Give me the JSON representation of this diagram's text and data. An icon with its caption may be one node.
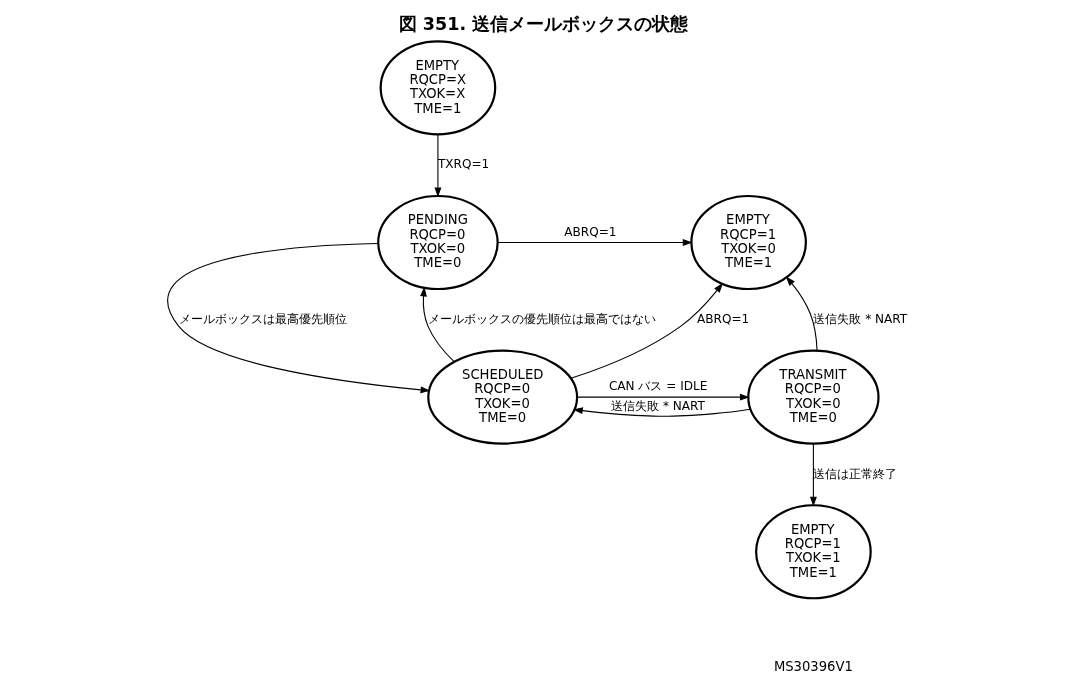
{
  "diagram": {
    "title": "図 351. 送信メールボックスの状態",
    "nodes": [
      {
        "text": [
          "EMPTY",
          "RQCP=X",
          "TXOK=X",
          "TME=1"
        ]
      },
      {
        "text": [
          "PENDING",
          "RQCP=0",
          "TXOK=0",
          "TME=0"
        ]
      },
      {
        "text": [
          "EMPTY",
          "RQCP=1",
          "TXOK=0",
          "TME=1"
        ]
      },
      {
        "text": [
          "SCHEDULED",
          "RQCP=0",
          "TXOK=0",
          "TME=0"
        ]
      },
      {
        "text": [
          "TRANSMIT",
          "RQCP=0",
          "TXOK=0",
          "TME=0"
        ]
      },
      {
        "text": [
          "EMPTY",
          "RQCP=1",
          "TXOK=1",
          "TME=1"
        ]
      }
    ],
    "edges": [
      {
        "from": 0,
        "to": 1,
        "arrow": "to",
        "label": "TXRQ=1"
      },
      {
        "from": 1,
        "to": 2,
        "arrow": "to",
        "label": "ABRQ=1"
      },
      {
        "from": 1,
        "to": 3,
        "arrow": "to",
        "label": "メールボックスは最高優先順位"
      },
      {
        "from": 3,
        "to": 1,
        "arrow": "to",
        "label": "メールボックスの優先順位は最高ではない"
      },
      {
        "from": 3,
        "to": 2,
        "arrow": "to",
        "label": "ABRQ=1"
      },
      {
        "from": 3,
        "to": 4,
        "arrow": "to",
        "label": "CAN バス = IDLE"
      },
      {
        "from": 4,
        "to": 3,
        "arrow": "to",
        "label": "送信失敗 * NART"
      },
      {
        "from": 4,
        "to": 2,
        "arrow": "to",
        "label": "送信失敗 * NART"
      },
      {
        "from": 4,
        "to": 5,
        "arrow": "to",
        "label": "送信は正常終了"
      }
    ],
    "labels": [
      "MS30396V1"
    ]
  }
}
